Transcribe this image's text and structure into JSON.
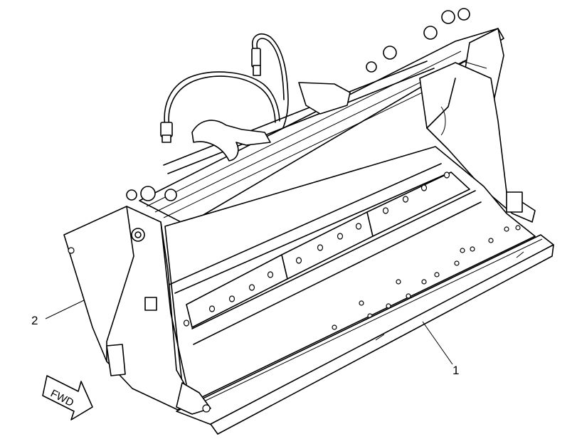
{
  "callouts": [
    {
      "id": "1",
      "label": "1"
    },
    {
      "id": "2",
      "label": "2"
    }
  ],
  "direction_indicator": {
    "label": "FWD"
  },
  "colors": {
    "line": "#000000",
    "background": "#ffffff"
  }
}
